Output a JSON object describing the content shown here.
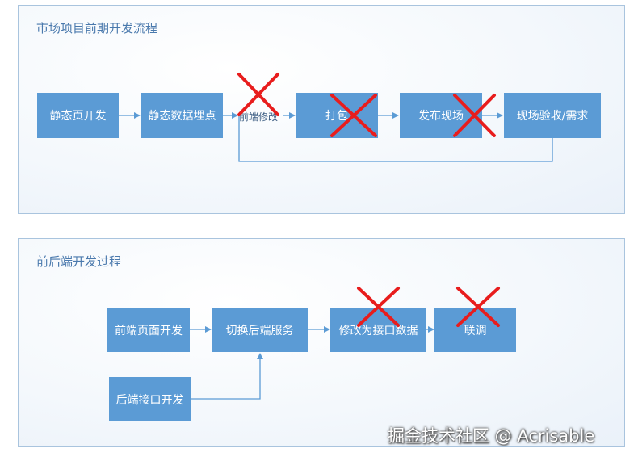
{
  "diagram1": {
    "title": "市场项目前期开发流程",
    "nodes": {
      "static_page_dev": "静态页开发",
      "static_data_tracking": "静态数据埋点",
      "frontend_fix": "前端修改",
      "package": "打包",
      "release_onsite": "发布现场",
      "onsite_acceptance": "现场验收/需求"
    },
    "crossed_out": [
      "frontend_fix",
      "package",
      "release_onsite"
    ]
  },
  "diagram2": {
    "title": "前后端开发过程",
    "nodes": {
      "frontend_page_dev": "前端页面开发",
      "switch_backend_service": "切换后端服务",
      "change_to_api_data": "修改为接口数据",
      "integration": "联调",
      "backend_api_dev": "后端接口开发"
    },
    "crossed_out": [
      "change_to_api_data",
      "integration"
    ]
  },
  "colors": {
    "box_fill": "#5b9bd5",
    "connector": "#5b9bd5",
    "cross_mark": "#e81d1d",
    "title": "#4a79ad",
    "panel_border": "#a9c4de"
  },
  "watermark": "掘金技术社区 @ Acrisable"
}
